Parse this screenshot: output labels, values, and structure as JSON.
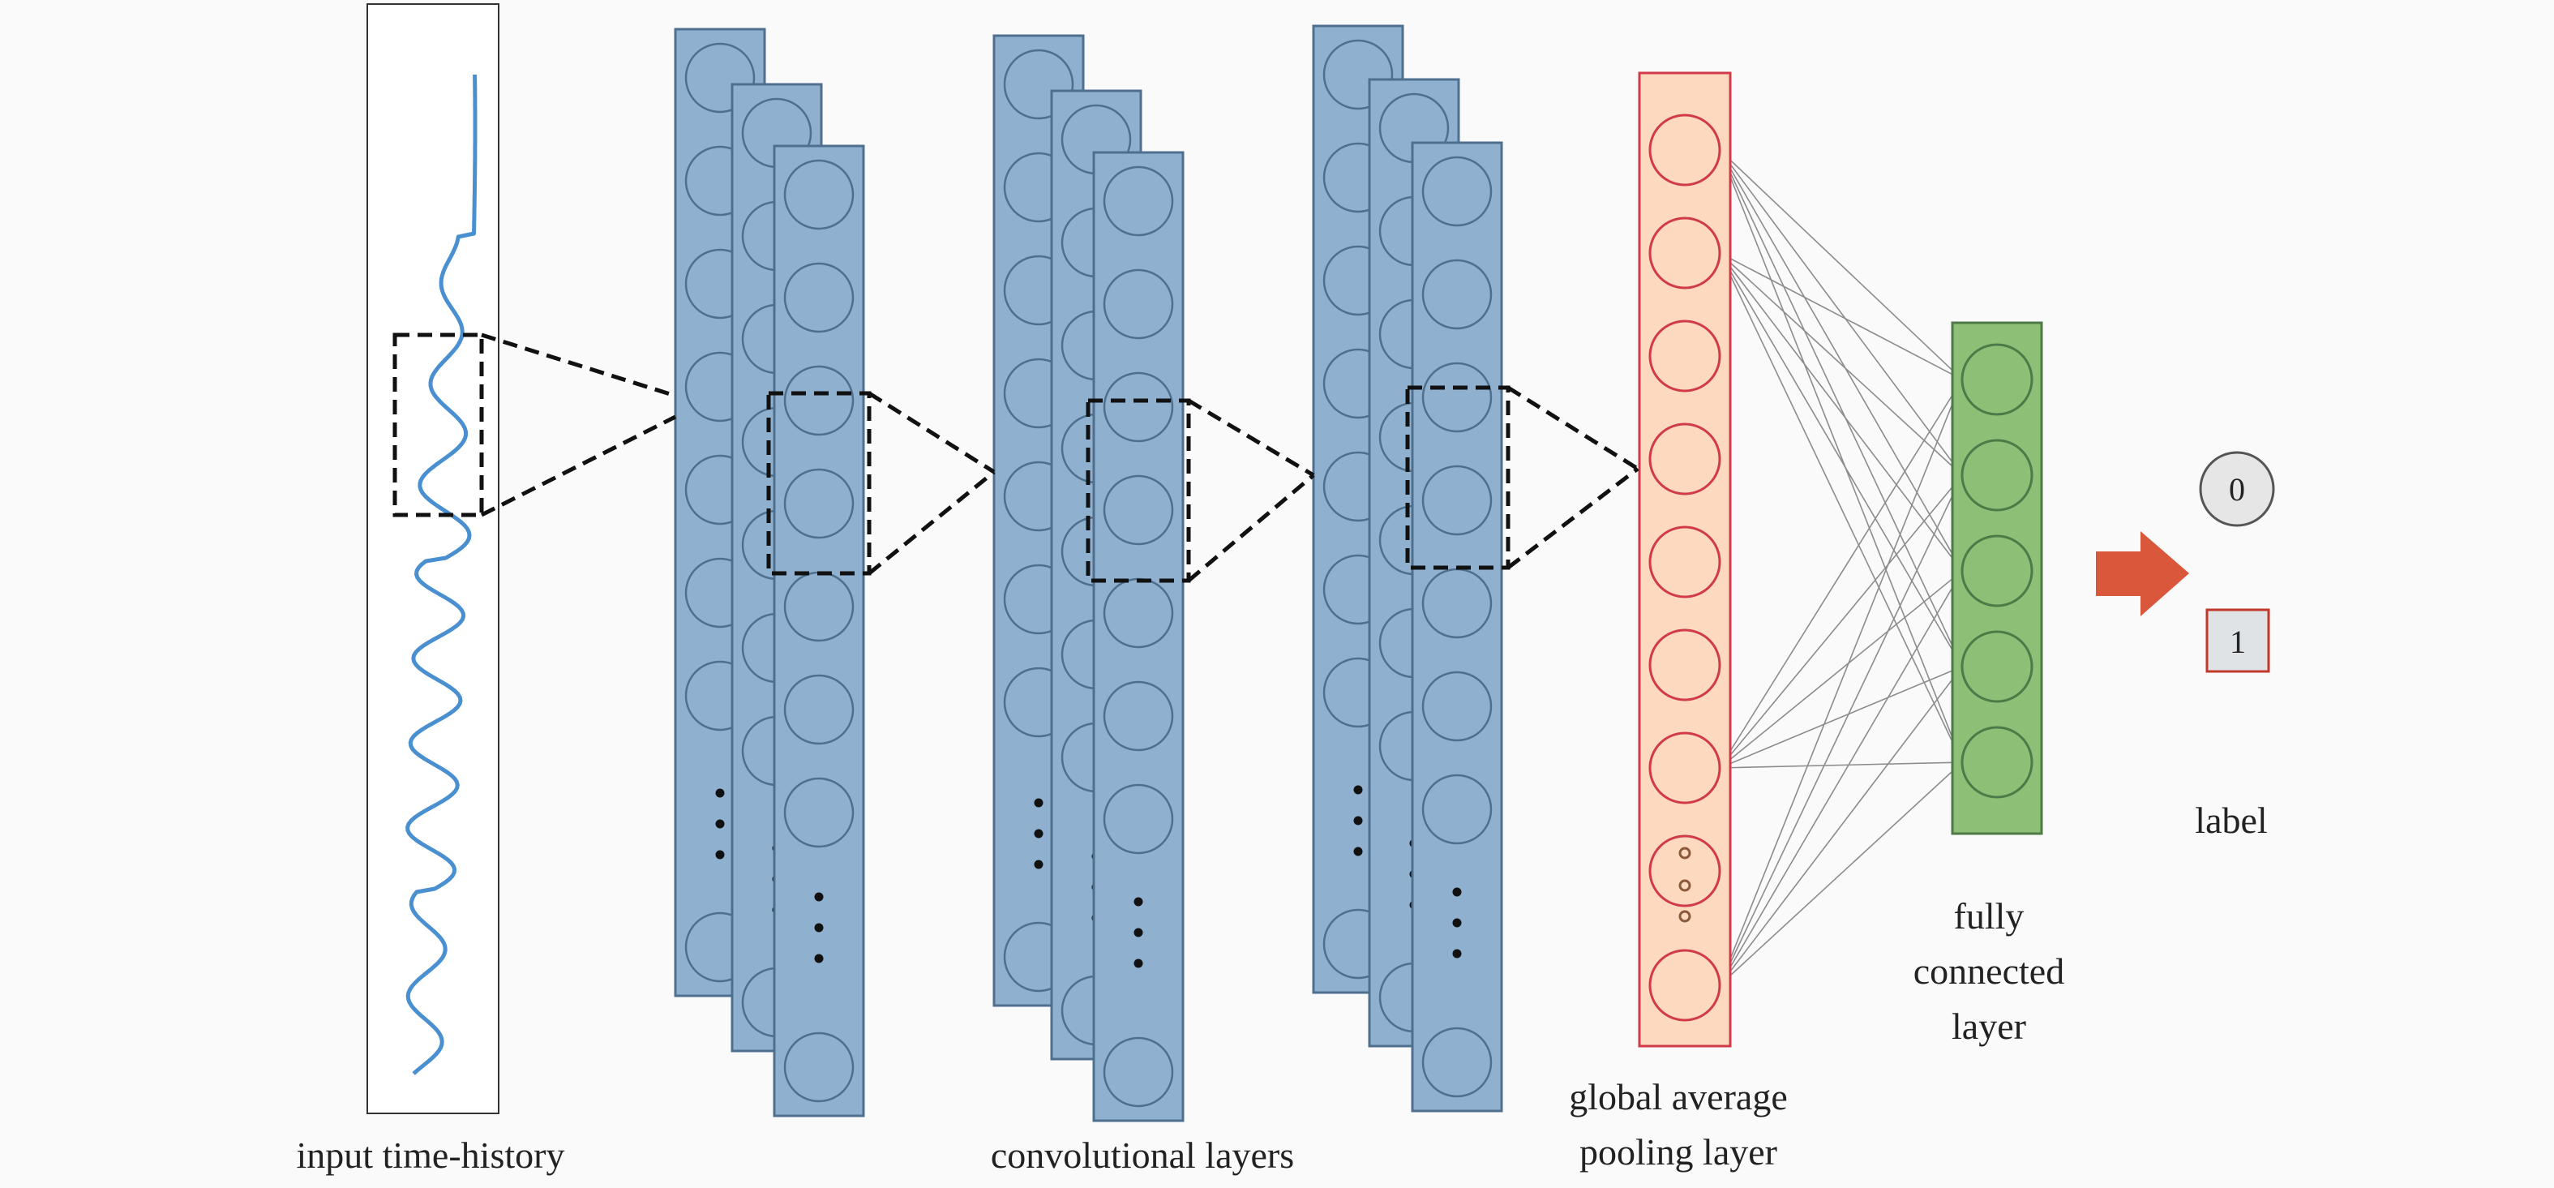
{
  "labels": {
    "input": "input time-history",
    "conv": "convolutional layers",
    "gap_line1": "global average",
    "gap_line2": "pooling layer",
    "fc_line1": "fully",
    "fc_line2": "connected",
    "fc_line3": "layer",
    "label": "label"
  },
  "outputs": [
    {
      "text": "0",
      "shape": "circle"
    },
    {
      "text": "1",
      "shape": "square"
    }
  ],
  "layers": {
    "conv_layer_groups": 3,
    "feature_maps_per_group": 3,
    "gap_nodes_visible": 8,
    "fc_nodes": 5
  },
  "colors": {
    "background": "#fafafa",
    "conv_fill": "#8fb0ce",
    "conv_stroke": "#4f6f8f",
    "gap_fill": "#fcd9bf",
    "gap_stroke": "#d13a48",
    "fc_fill": "#8dbf76",
    "fc_stroke": "#4e7a48",
    "arrow": "#d9573a",
    "signal": "#4a90d0"
  },
  "icons": {
    "arrow": "right-arrow-icon",
    "ellipsis": "vertical-ellipsis-icon"
  }
}
